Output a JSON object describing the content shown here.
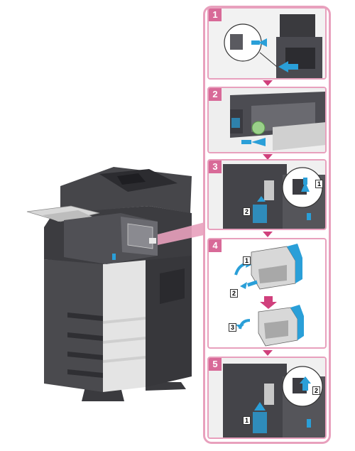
{
  "steps": [
    {
      "number": "1"
    },
    {
      "number": "2"
    },
    {
      "number": "3",
      "callouts": [
        "1",
        "2"
      ]
    },
    {
      "number": "4",
      "callouts": [
        "1",
        "2",
        "3"
      ]
    },
    {
      "number": "5",
      "callouts": [
        "1",
        "2"
      ]
    }
  ],
  "colors": {
    "frame": "#e8a0bd",
    "badge": "#d86a98",
    "arrow": "#d0407c",
    "action_arrow": "#2a9fd8",
    "machine_dark": "#3e3e42",
    "machine_light": "#e6e6e6"
  },
  "icons": [
    "printer-illustration",
    "stapler-cartridge",
    "action-arrow"
  ]
}
